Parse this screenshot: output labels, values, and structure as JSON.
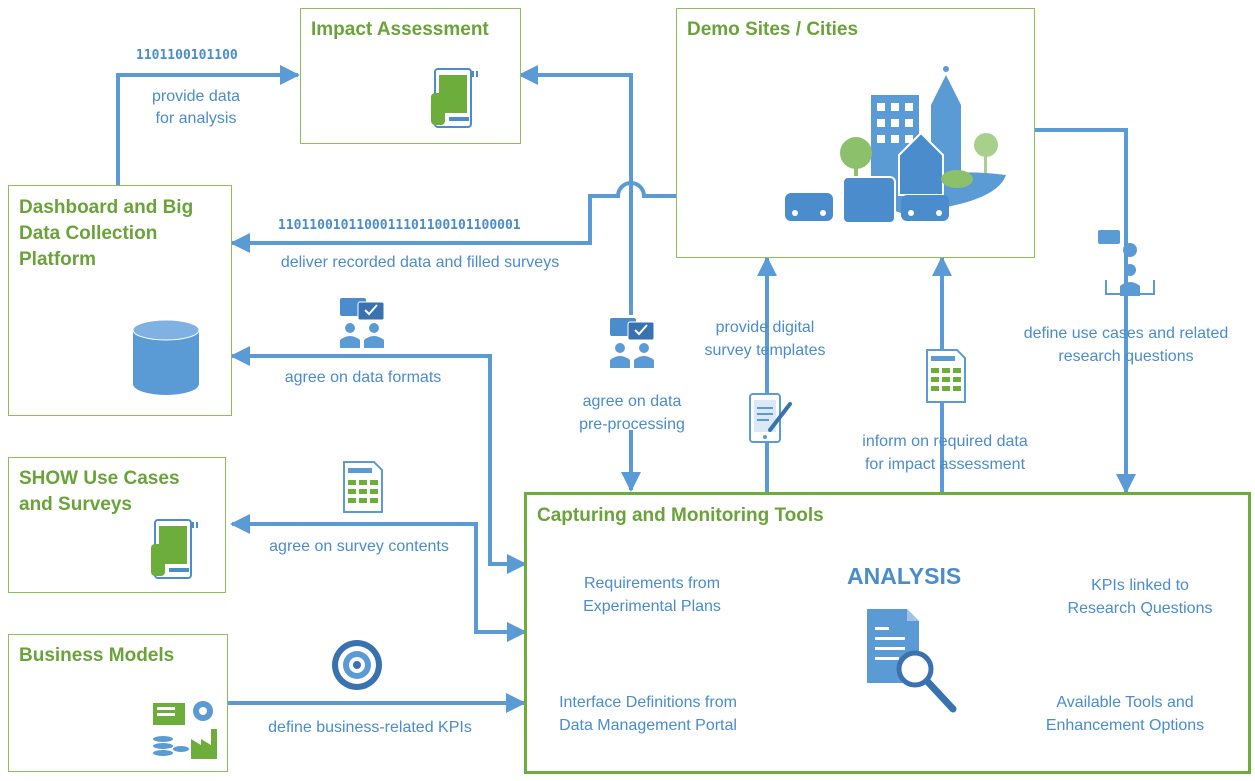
{
  "boxes": {
    "impact": {
      "title": "Impact Assessment"
    },
    "demo": {
      "title": "Demo Sites / Cities"
    },
    "dashboard": {
      "title_line1": "Dashboard and Big",
      "title_line2": "Data Collection",
      "title_line3": "Platform"
    },
    "show": {
      "title_line1": "SHOW Use Cases",
      "title_line2": "and Surveys"
    },
    "business": {
      "title": "Business Models"
    },
    "capturing": {
      "title": "Capturing and Monitoring Tools",
      "center": "ANALYSIS"
    }
  },
  "flows": {
    "provide_data": {
      "binary": "1101100101100",
      "line1": "provide data",
      "line2": "for analysis"
    },
    "deliver": {
      "binary": "1101100101100011101100101100001",
      "label": "deliver recorded data and filled surveys"
    },
    "formats": {
      "label": "agree on data formats"
    },
    "survey_contents": {
      "label": "agree on survey contents"
    },
    "business_kpis": {
      "label": "define business-related KPIs"
    },
    "preprocessing": {
      "line1": "agree on data",
      "line2": "pre-processing"
    },
    "templates": {
      "line1": "provide digital",
      "line2": "survey templates"
    },
    "inform": {
      "line1": "inform on required data",
      "line2": "for impact assessment"
    },
    "use_cases": {
      "line1": "define use cases and related",
      "line2": "research questions"
    }
  },
  "analysis_inputs": {
    "requirements": {
      "line1": "Requirements from",
      "line2": "Experimental Plans"
    },
    "interface": {
      "line1": "Interface Definitions from",
      "line2": "Data Management Portal"
    },
    "kpis": {
      "line1": "KPIs linked to",
      "line2": "Research Questions"
    },
    "tools": {
      "line1": "Available Tools and",
      "line2": "Enhancement Options"
    }
  },
  "colors": {
    "green": "#6aa33a",
    "blue": "#4a8ccc",
    "arrow": "#5b9bd5",
    "dark_blue": "#3a72b0"
  },
  "icons": [
    "tablet-hand-icon",
    "city-icon",
    "database-icon",
    "chat-people-icon",
    "spreadsheet-icon",
    "target-icon",
    "factory-icon",
    "clipboard-icon",
    "document-magnifier-icon"
  ]
}
